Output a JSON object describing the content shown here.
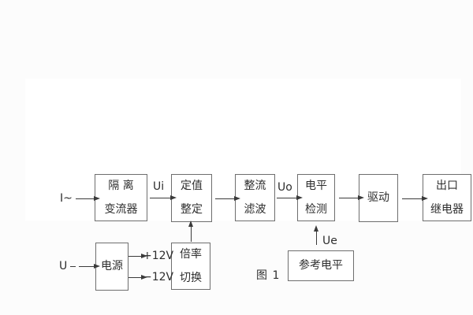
{
  "figure": {
    "caption": "图 1"
  },
  "labels": {
    "input_current": "I~",
    "input_voltage": "U",
    "ui": "Ui",
    "uo": "Uo",
    "ue": "Ue",
    "plus_12v": "+12V",
    "minus_12v": "−12V"
  },
  "blocks": {
    "isolation": {
      "line1": "隔 离",
      "line2": "变流器"
    },
    "setting": {
      "line1": "定值",
      "line2": "整定"
    },
    "rectify": {
      "line1": "整流",
      "line2": "滤波"
    },
    "level": {
      "line1": "电平",
      "line2": "检测"
    },
    "drive": {
      "line1": "驱动"
    },
    "output": {
      "line1": "出口",
      "line2": "继电器"
    },
    "power": {
      "line1": "电源"
    },
    "ratio": {
      "line1": "倍率",
      "line2": "切换"
    },
    "reference": {
      "line1": "参考电平"
    }
  },
  "colors": {
    "page_background": "#fcfcfc",
    "figure_background": "#ffffff",
    "box_border": "#6e6e6e",
    "line": "#3a3a3a",
    "text": "#2e2e2e"
  }
}
